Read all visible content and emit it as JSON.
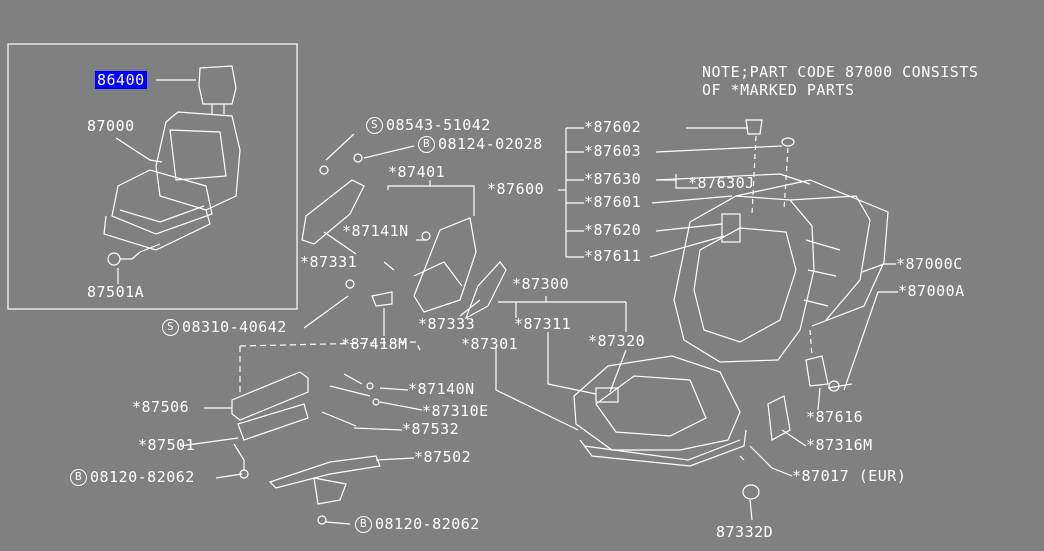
{
  "note": {
    "line1": "NOTE;PART CODE 87000 CONSISTS",
    "line2": "OF *MARKED PARTS"
  },
  "inset": {
    "headrest": "86400",
    "seat": "87000",
    "knob": "87501A"
  },
  "labels": {
    "s08543": "08543-51042",
    "b08124": "08124-02028",
    "p87401": "*87401",
    "p87141N": "*87141N",
    "p87331": "*87331",
    "s08310": "08310-40642",
    "p87418M": "*87418M",
    "p87333": "*87333",
    "p87300": "*87300",
    "p87311": "*87311",
    "p87301": "*87301",
    "p87320": "*87320",
    "p87600": "*87600",
    "p87602": "*87602",
    "p87603": "*87603",
    "p87630": "*87630",
    "p87630J": "*87630J",
    "p87601": "*87601",
    "p87620": "*87620",
    "p87611": "*87611",
    "p87000C": "*87000C",
    "p87000A": "*87000A",
    "p87616": "*87616",
    "p87316M": "*87316M",
    "p87017": "*87017 (EUR)",
    "p87332D": "87332D",
    "p87140N": "*87140N",
    "p87310E": "*87310E",
    "p87532": "*87532",
    "p87506": "*87506",
    "p87501": "*87501",
    "b08120a": "08120-82062",
    "p87502": "*87502",
    "b08120b": "08120-82062"
  },
  "prefix": {
    "s": "S",
    "b": "B"
  },
  "colors": {
    "background": "#808080",
    "line": "#ffffff",
    "highlight": "#0000ff"
  }
}
